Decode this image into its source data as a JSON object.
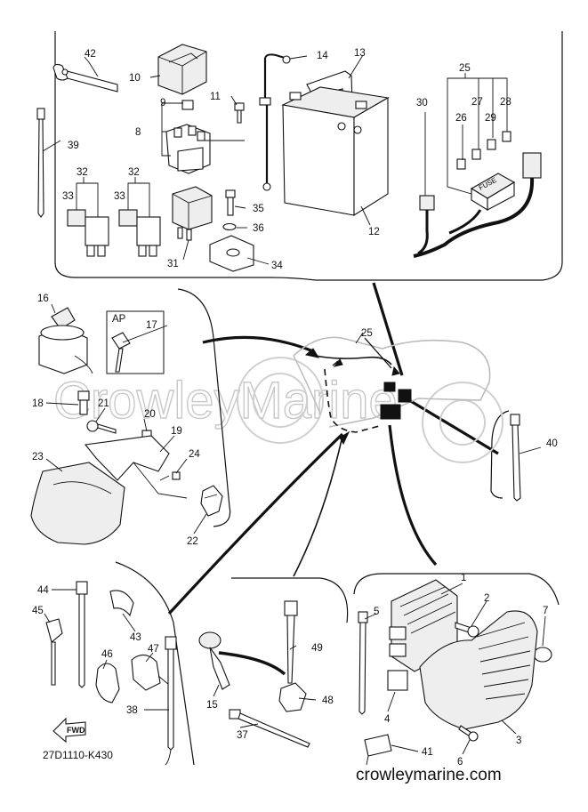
{
  "watermark": "CrowleyMarine",
  "diagram_code": "27D1110-K430",
  "site_footer": "crowleymarine.com",
  "fwd_label": "FWD",
  "ap_box_label": "AP",
  "callouts": {
    "n1": "1",
    "n2": "2",
    "n3": "3",
    "n4": "4",
    "n5": "5",
    "n6": "6",
    "n7": "7",
    "n8": "8",
    "n9": "9",
    "n10": "10",
    "n11": "11",
    "n12": "12",
    "n13": "13",
    "n14": "14",
    "n15": "15",
    "n16": "16",
    "n17": "17",
    "n18": "18",
    "n19": "19",
    "n20": "20",
    "n21": "21",
    "n22": "22",
    "n23": "23",
    "n24": "24",
    "n25": "25",
    "n25b": "25",
    "n26": "26",
    "n27": "27",
    "n28": "28",
    "n29": "29",
    "n30": "30",
    "n31": "31",
    "n32a": "32",
    "n32b": "32",
    "n33a": "33",
    "n33b": "33",
    "n34": "34",
    "n35": "35",
    "n36": "36",
    "n37": "37",
    "n38": "38",
    "n39": "39",
    "n40": "40",
    "n41": "41",
    "n42": "42",
    "n43": "43",
    "n44": "44",
    "n45": "45",
    "n46": "46",
    "n47": "47",
    "n48": "48",
    "n49": "49"
  },
  "fuse_label": "FUSE"
}
